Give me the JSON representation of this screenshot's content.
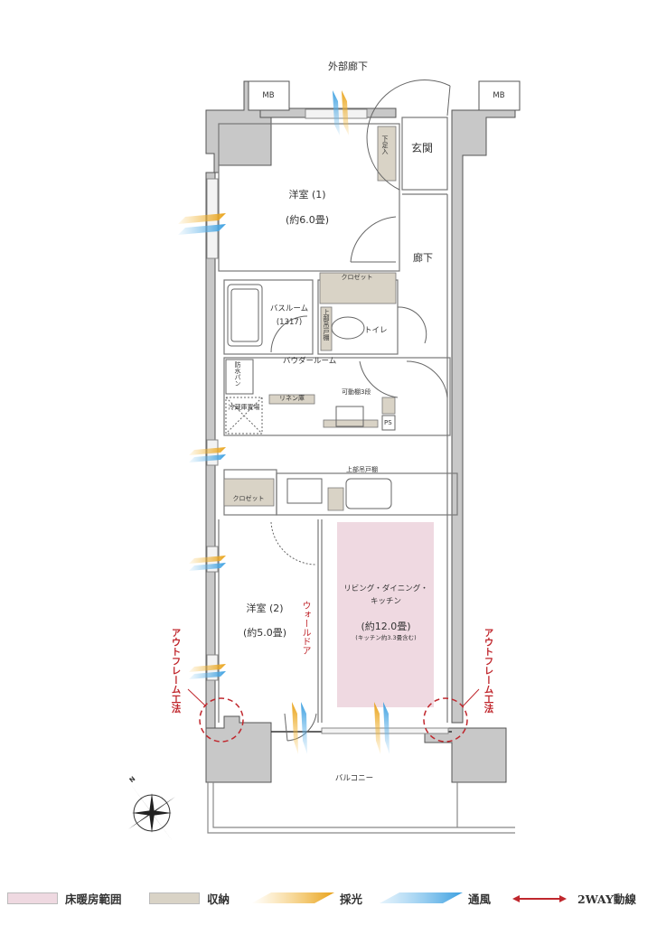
{
  "rooms": {
    "corridor_outside": "外部廊下",
    "mb_left": "MB",
    "mb_right": "MB",
    "entrance": "玄関",
    "shoe_storage": "下足入",
    "hallway": "廊下",
    "western1_name": "洋室 (1)",
    "western1_size": "(約6.0畳)",
    "closet1": "クロゼット",
    "bathroom_name": "バスルーム",
    "bathroom_size": "(1317)",
    "upper_cabinet": "上部吊戸棚",
    "toilet": "トイレ",
    "powder_room": "バウダールーム",
    "waterproof_pan": "防水パン",
    "linen": "リネン庫",
    "fridge": "冷蔵庫置場",
    "movable_shelf": "可動棚3段",
    "ps": "PS",
    "kitchen_upper": "上部吊戸棚",
    "closet2": "クロゼット",
    "western2_name": "洋室 (2)",
    "western2_size": "(約5.0畳)",
    "wall_door": "ウォールドア",
    "ldk_line1": "リビング・ダイニング・",
    "ldk_line2": "キッチン",
    "ldk_size": "(約12.0畳)",
    "ldk_note": "(キッチン約3.3畳含む)",
    "balcony": "バルコニー"
  },
  "annotations": {
    "outframe_left": "アウトフレーム工法",
    "outframe_right": "アウトフレーム工法",
    "compass": "N"
  },
  "legend": {
    "floor_heating": {
      "label": "床暖房範囲",
      "color": "#efd9e1"
    },
    "storage": {
      "label": "収納",
      "color": "#d9d3c6"
    },
    "daylight": {
      "label": "採光",
      "color": "#e8a21a"
    },
    "ventilation": {
      "label": "通風",
      "color": "#3b9fe0"
    },
    "two_way": {
      "label": "2WAY動線",
      "color": "#c0272d"
    }
  },
  "colors": {
    "wall": "#c8c8c8",
    "wall_stroke": "#555555",
    "floor_heating": "#efd9e1",
    "storage": "#d9d3c6",
    "accent_red": "#c0272d"
  }
}
